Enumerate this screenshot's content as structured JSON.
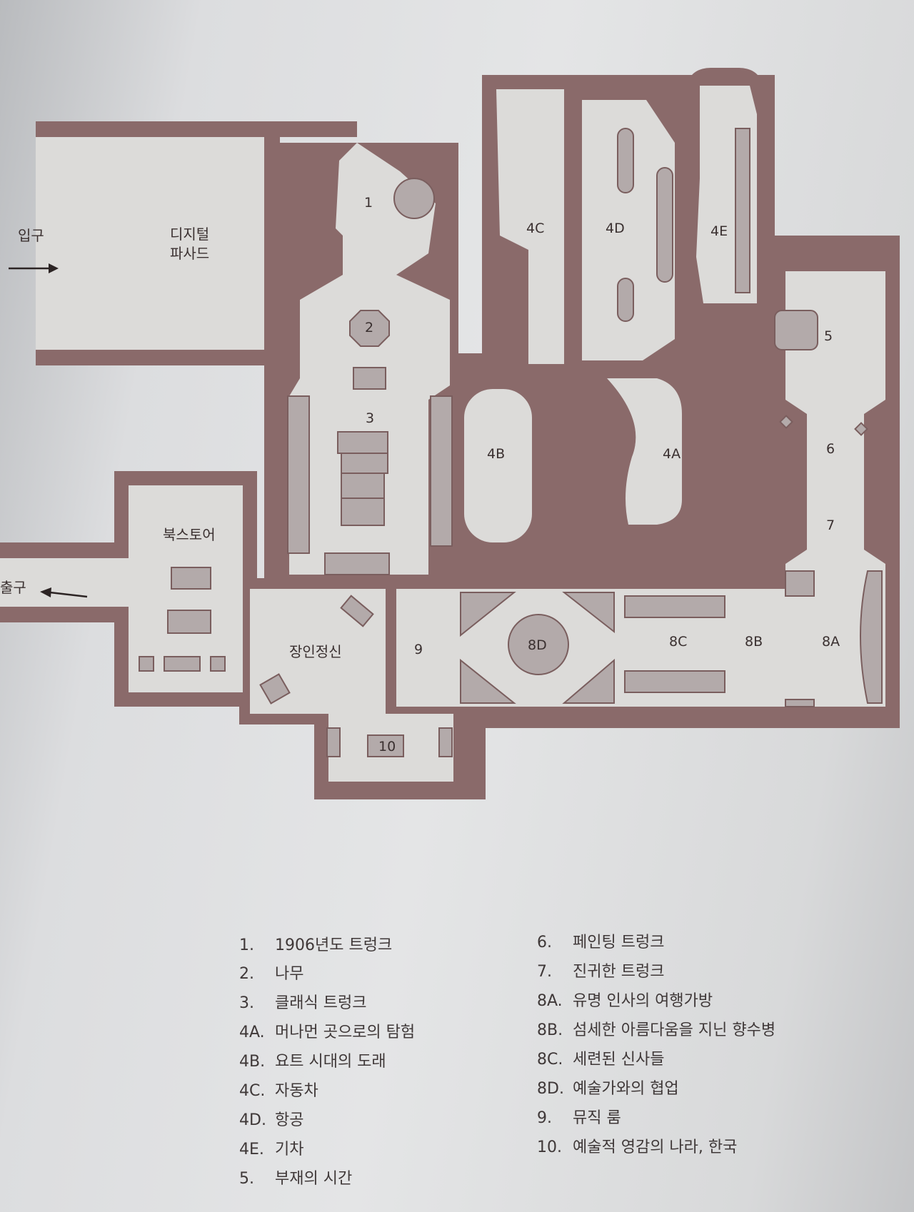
{
  "map": {
    "entrance_label": "입구",
    "exit_label": "출구",
    "areas": {
      "digital_facade": [
        "디지털",
        "파사드"
      ],
      "bookstore": "북스토어",
      "craftsmanship": "장인정신"
    },
    "rooms": {
      "r1": "1",
      "r2": "2",
      "r3": "3",
      "r4a": "4A",
      "r4b": "4B",
      "r4c": "4C",
      "r4d": "4D",
      "r4e": "4E",
      "r5": "5",
      "r6": "6",
      "r7": "7",
      "r8a": "8A",
      "r8b": "8B",
      "r8c": "8C",
      "r8d": "8D",
      "r9": "9",
      "r10": "10"
    }
  },
  "legend": {
    "left": [
      {
        "num": "1.",
        "label": "1906년도 트렁크"
      },
      {
        "num": "2.",
        "label": "나무"
      },
      {
        "num": "3.",
        "label": "클래식 트렁크"
      },
      {
        "num": "4A.",
        "label": "머나먼 곳으로의 탐험"
      },
      {
        "num": "4B.",
        "label": "요트 시대의 도래"
      },
      {
        "num": "4C.",
        "label": "자동차"
      },
      {
        "num": "4D.",
        "label": "항공"
      },
      {
        "num": "4E.",
        "label": "기차"
      },
      {
        "num": "5.",
        "label": "부재의 시간"
      }
    ],
    "right": [
      {
        "num": "6.",
        "label": "페인팅 트렁크"
      },
      {
        "num": "7.",
        "label": "진귀한 트렁크"
      },
      {
        "num": "8A.",
        "label": "유명 인사의 여행가방"
      },
      {
        "num": "8B.",
        "label": "섬세한 아름다움을 지닌 향수병"
      },
      {
        "num": "8C.",
        "label": "세련된 신사들"
      },
      {
        "num": "8D.",
        "label": "예술가와의 협업"
      },
      {
        "num": "9.",
        "label": "뮤직 룸"
      },
      {
        "num": "10.",
        "label": "예술적 영감의 나라, 한국"
      }
    ]
  }
}
